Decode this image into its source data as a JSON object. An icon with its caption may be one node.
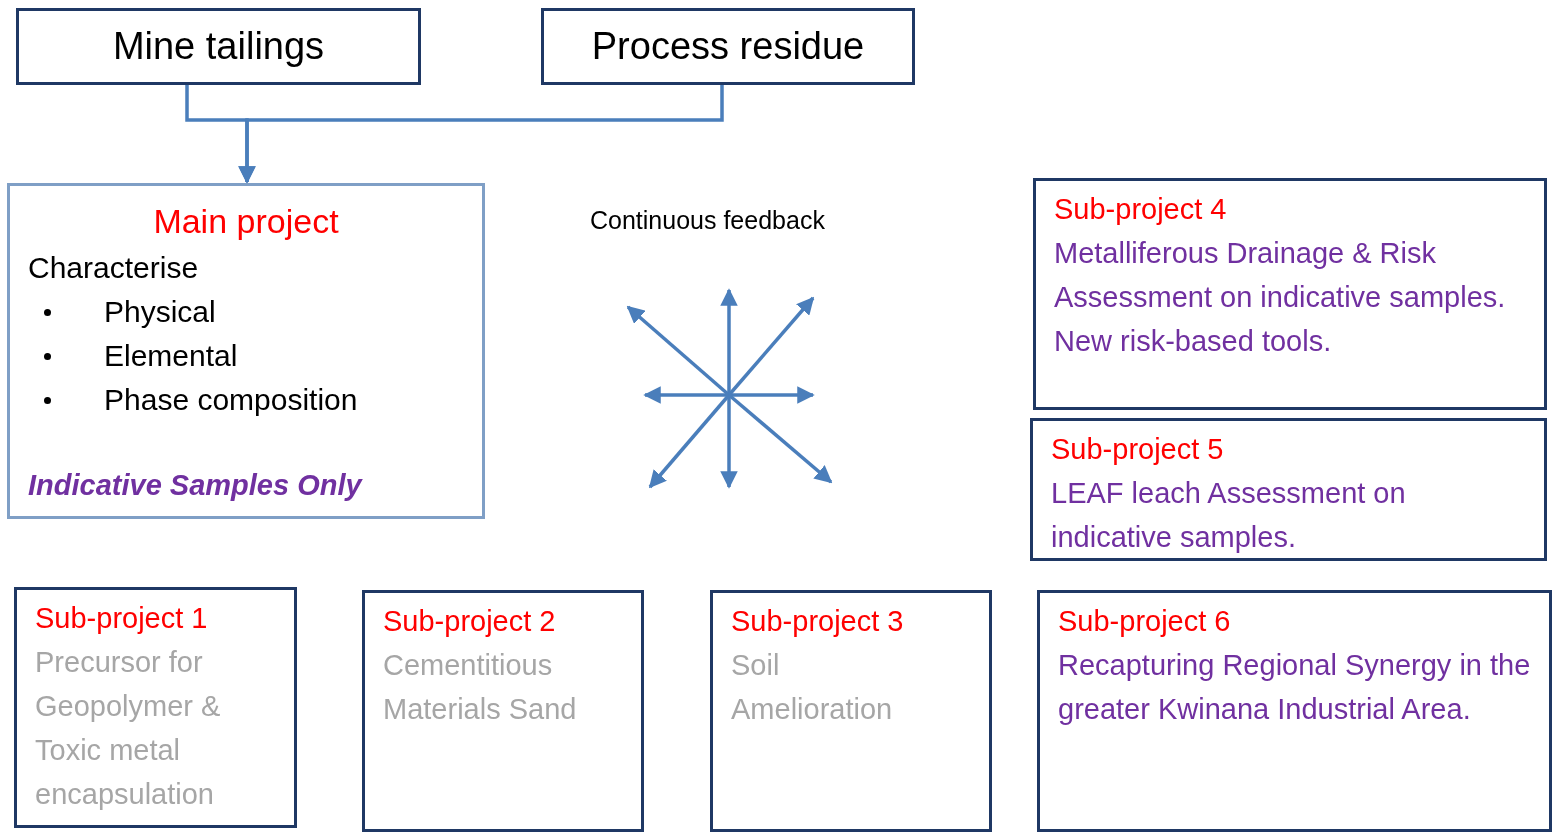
{
  "diagram": {
    "nodes": [
      {
        "text": [
          "Mine tailings"
        ]
      },
      {
        "text": [
          "Process residue"
        ]
      },
      {
        "text": [
          "Main project",
          "Characterise",
          "Physical",
          "Elemental",
          "Phase composition",
          "Indicative Samples Only"
        ]
      },
      {
        "text": [
          "Sub-project 4",
          "Metalliferous Drainage & Risk Assessment on indicative samples.",
          "New risk-based tools."
        ]
      },
      {
        "text": [
          "Sub-project 5",
          "LEAF leach Assessment on indicative samples."
        ]
      },
      {
        "text": [
          "Sub-project 1",
          "Precursor for Geopolymer & Toxic metal encapsulation"
        ]
      },
      {
        "text": [
          "Sub-project 2",
          "Cementitious Materials Sand"
        ]
      },
      {
        "text": [
          "Sub-project 3",
          "Soil Amelioration"
        ]
      },
      {
        "text": [
          "Sub-project 6",
          "Recapturing Regional Synergy in the greater Kwinana Industrial Area."
        ]
      }
    ],
    "edges": [
      {
        "from": 0,
        "to": 2,
        "arrow": "to"
      },
      {
        "from": 1,
        "to": 2,
        "arrow": "to"
      }
    ],
    "labels": [
      "Continuous feedback"
    ]
  }
}
